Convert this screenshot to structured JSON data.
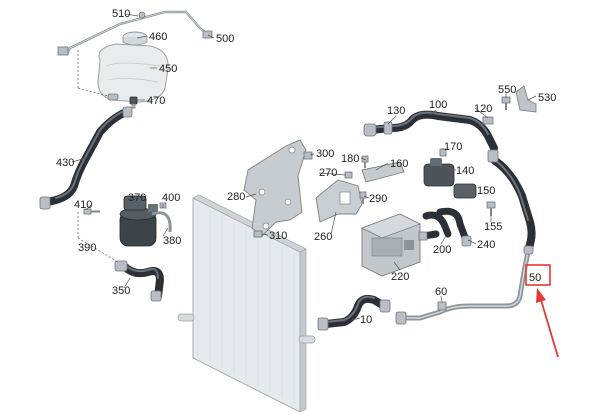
{
  "part_labels": {
    "p510": "510",
    "p460": "460",
    "p500": "500",
    "p450": "450",
    "p470": "470",
    "p430": "430",
    "p410": "410",
    "p370": "370",
    "p400": "400",
    "p380": "380",
    "p390": "390",
    "p350": "350",
    "p280": "280",
    "p310": "310",
    "p300": "300",
    "p270": "270",
    "p180": "180",
    "p160": "160",
    "p290": "290",
    "p260": "260",
    "p130": "130",
    "p100": "100",
    "p120": "120",
    "p550": "550",
    "p530": "530",
    "p170": "170",
    "p140": "140",
    "p150": "150",
    "p155": "155",
    "p240": "240",
    "p200": "200",
    "p220": "220",
    "p60": "60",
    "p10": "10",
    "p50": "50"
  },
  "highlight": {
    "part": "50",
    "color": "#e53935"
  },
  "colors": {
    "hose": "#2b3036",
    "pipe": "#8d949b",
    "radiator": "#e4e8ec",
    "arrow": "#e53935"
  }
}
